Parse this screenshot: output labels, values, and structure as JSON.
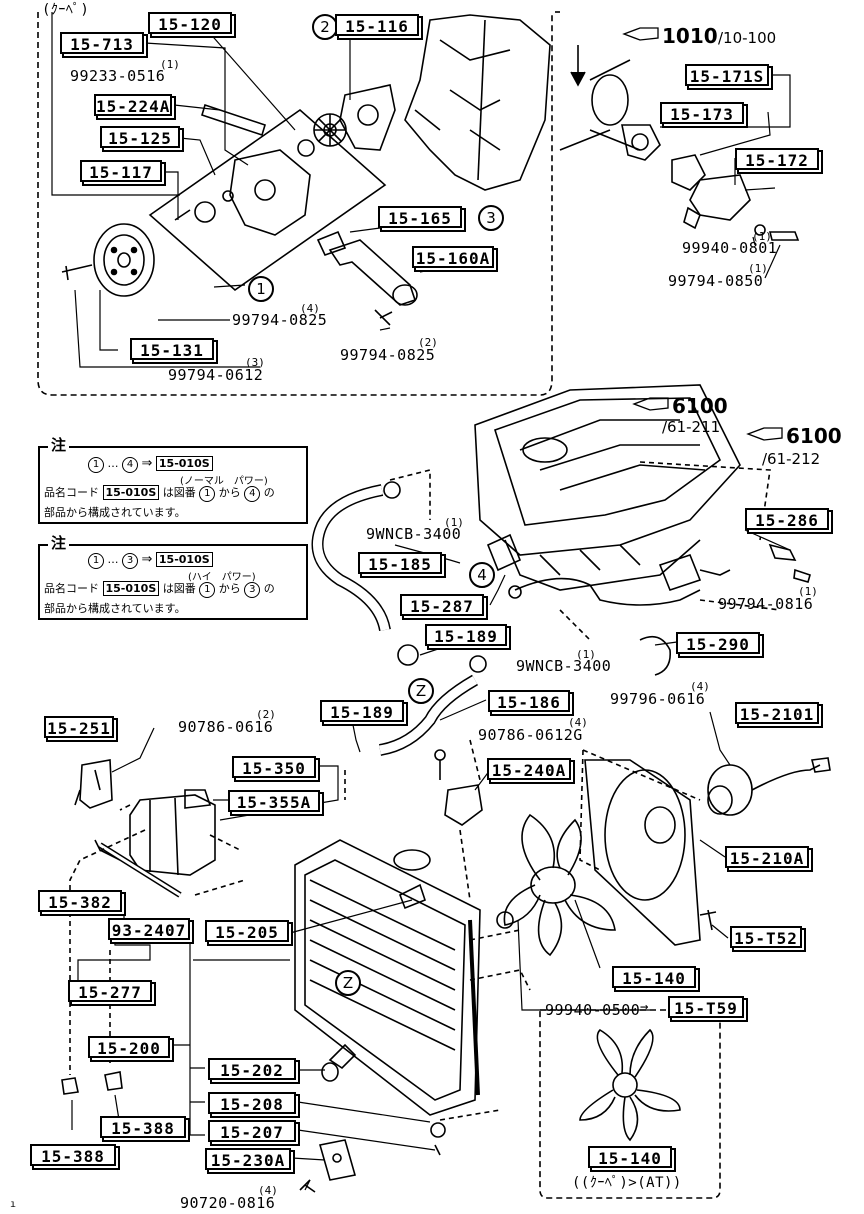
{
  "header": {
    "coupe_label": "(ｸｰﾍﾟ)"
  },
  "refs": {
    "r1010": {
      "num": "1010",
      "sub": "/10-100"
    },
    "r6100a": {
      "num": "6100",
      "sub": "/61-211"
    },
    "r6100b": {
      "num": "6100",
      "sub": "/61-212"
    }
  },
  "circled": {
    "c1": "1",
    "c2": "2",
    "c3": "3",
    "c4": "4",
    "cz1": "Z",
    "cz2": "Z"
  },
  "parts": {
    "p15_713": "15-713",
    "p15_120": "15-120",
    "p15_116": "15-116",
    "p15_224A": "15-224A",
    "p15_125": "15-125",
    "p15_117": "15-117",
    "p15_165": "15-165",
    "p15_160A": "15-160A",
    "p15_131": "15-131",
    "p15_171S": "15-171S",
    "p15_173": "15-173",
    "p15_172": "15-172",
    "p15_286": "15-286",
    "p15_185": "15-185",
    "p15_287": "15-287",
    "p15_189a": "15-189",
    "p15_290": "15-290",
    "p15_186": "15-186",
    "p15_189b": "15-189",
    "p15_251": "15-251",
    "p15_350": "15-350",
    "p15_355A": "15-355A",
    "p15_240A": "15-240A",
    "p15_2101": "15-2101",
    "p15_210A": "15-210A",
    "p15_382": "15-382",
    "p93_2407": "93-2407",
    "p15_205": "15-205",
    "p15_T52": "15-T52",
    "p15_277": "15-277",
    "p15_140a": "15-140",
    "p15_T59": "15-T59",
    "p15_200": "15-200",
    "p15_202": "15-202",
    "p15_208": "15-208",
    "p15_388a": "15-388",
    "p15_207": "15-207",
    "p15_388b": "15-388",
    "p15_230A": "15-230A",
    "p15_140b": "15-140"
  },
  "bolts": {
    "b99233_0516": {
      "code": "99233-0516",
      "qty": "(1)"
    },
    "b99794_0825a": {
      "code": "99794-0825",
      "qty": "(4)"
    },
    "b99794_0825b": {
      "code": "99794-0825",
      "qty": "(2)"
    },
    "b99794_0612": {
      "code": "99794-0612",
      "qty": "(3)"
    },
    "b99940_0801": {
      "code": "99940-0801",
      "qty": "(1)"
    },
    "b99794_0850": {
      "code": "99794-0850",
      "qty": "(1)"
    },
    "b9WNCB_3400a": {
      "code": "9WNCB-3400",
      "qty": "(1)"
    },
    "b99794_0816": {
      "code": "99794-0816",
      "qty": "(1)"
    },
    "b9WNCB_3400b": {
      "code": "9WNCB-3400",
      "qty": "(1)"
    },
    "b99796_0616": {
      "code": "99796-0616",
      "qty": "(4)"
    },
    "b90786_0616": {
      "code": "90786-0616",
      "qty": "(2)"
    },
    "b90786_0612G": {
      "code": "90786-0612G",
      "qty": "(4)"
    },
    "b99940_0500": {
      "code": "99940-0500",
      "qty": ""
    },
    "b90720_0816": {
      "code": "90720-0816",
      "qty": "(4)"
    }
  },
  "notes": [
    {
      "head": "注",
      "range_a": "1",
      "range_b": "4",
      "set": "15-010S",
      "set_sub": "(ノーマル　パワー)",
      "line2_pre": "品名コード",
      "code": "15-010S",
      "line2_mid": "は図番",
      "from": "1",
      "kara": "から",
      "to": "4",
      "no": "の",
      "line3": "部品から構成されています。"
    },
    {
      "head": "注",
      "range_a": "1",
      "range_b": "3",
      "set": "15-010S",
      "set_sub": "(ハイ　パワー)",
      "line2_pre": "品名コード",
      "code": "15-010S",
      "line2_mid": "は図番",
      "from": "1",
      "kara": "から",
      "to": "3",
      "no": "の",
      "line3": "部品から構成されています。"
    }
  ],
  "arrow_dots": "…",
  "arrow_sym": "⇒",
  "at_note": "((ｸｰﾍﾟ)>(AT))",
  "corner_mark": "ı"
}
